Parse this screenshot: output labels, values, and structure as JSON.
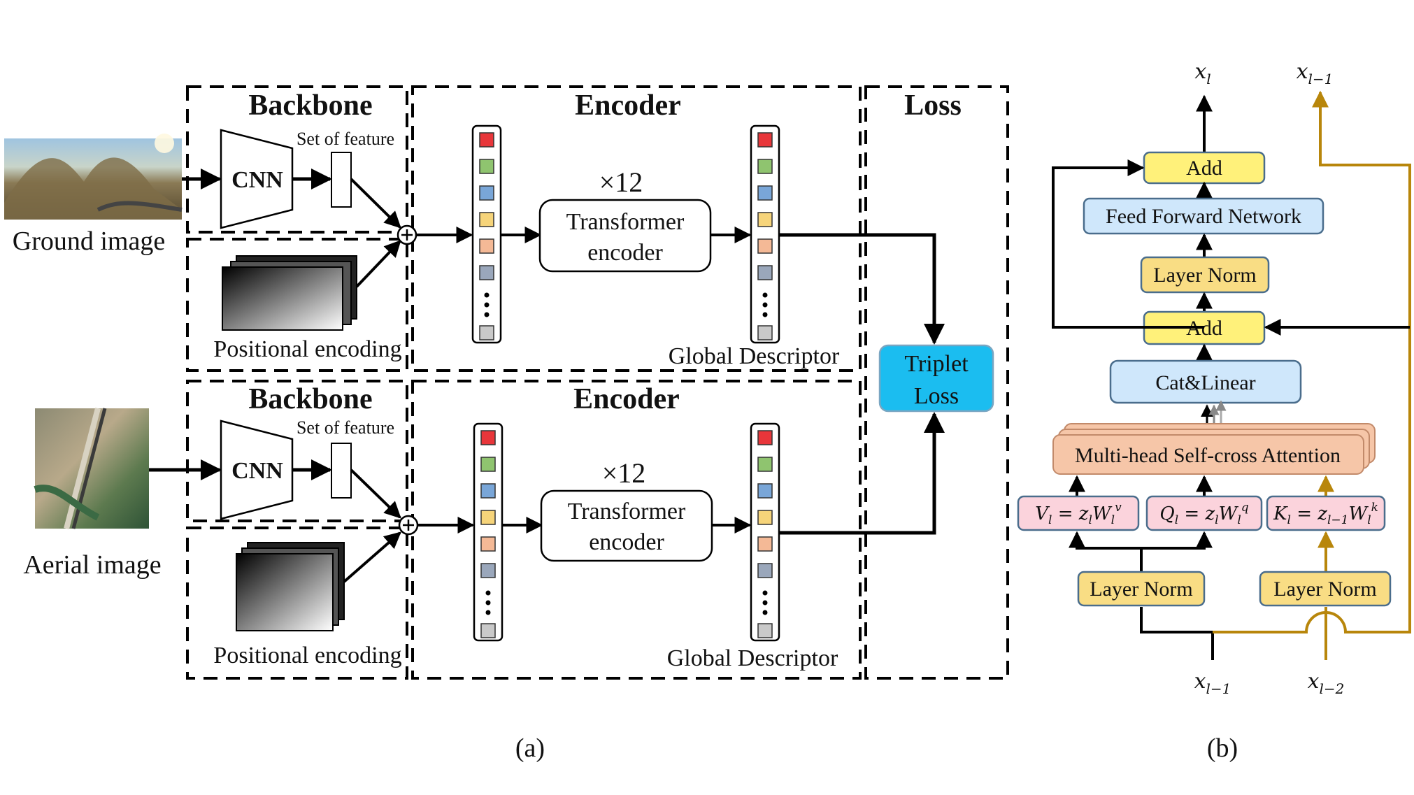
{
  "panel_a": {
    "caption": "(a)",
    "ground_image_label": "Ground image",
    "aerial_image_label": "Aerial image",
    "branch_top": {
      "backbone_title": "Backbone",
      "encoder_title": "Encoder",
      "cnn_label": "CNN",
      "feature_label": "Set of feature",
      "positional_label": "Positional encoding",
      "repeat_label": "×12",
      "transformer_line1": "Transformer",
      "transformer_line2": "encoder",
      "descriptor_label": "Global Descriptor"
    },
    "branch_bottom": {
      "backbone_title": "Backbone",
      "encoder_title": "Encoder",
      "cnn_label": "CNN",
      "feature_label": "Set of feature",
      "positional_label": "Positional encoding",
      "repeat_label": "×12",
      "transformer_line1": "Transformer",
      "transformer_line2": "encoder",
      "descriptor_label": "Global Descriptor"
    },
    "loss_title": "Loss",
    "triplet_line1": "Triplet",
    "triplet_line2": "Loss",
    "token_colors": [
      "#e8363a",
      "#8fc46f",
      "#79a6d8",
      "#f6d47a",
      "#f4b996",
      "#9aa7bb"
    ],
    "token_last_color": "#c9c9c9"
  },
  "panel_b": {
    "caption": "(b)",
    "add_top": "Add",
    "ffn": "Feed Forward Network",
    "layer_norm_top": "Layer Norm",
    "add_mid": "Add",
    "cat_linear": "Cat&Linear",
    "mhsca": "Multi-head Self-cross Attention",
    "v_eq": "V",
    "q_eq": "Q",
    "k_eq": "K",
    "layer_norm_left": "Layer Norm",
    "layer_norm_right": "Layer Norm",
    "out_xl": "x",
    "out_xl1": "x",
    "in_xl1": "x",
    "in_xl2": "x",
    "colors": {
      "yellow": "#fff17a",
      "orange_yellow": "#f9dd84",
      "light_blue": "#cfe7fb",
      "peach": "#f6c6a8",
      "pink": "#fbd3dc",
      "gold_line": "#b8860b",
      "triplet_blue": "#1bbdf0"
    }
  }
}
